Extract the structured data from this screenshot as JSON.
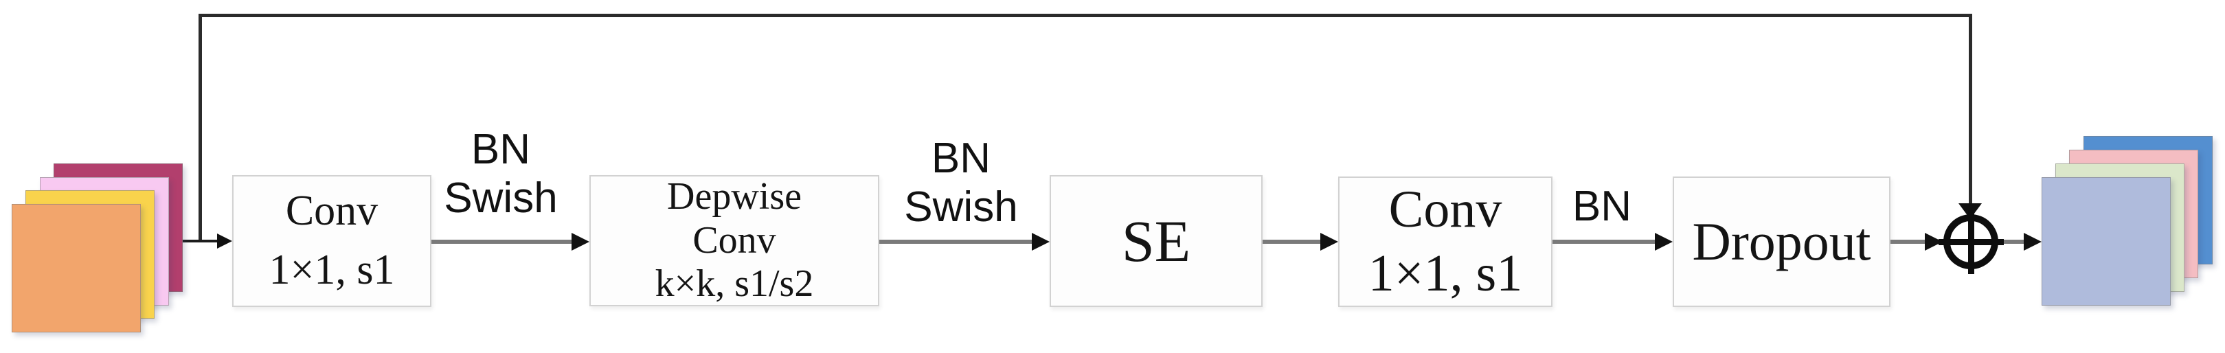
{
  "blocks": [
    {
      "lines": [
        "Conv",
        "1×1, s1"
      ]
    },
    {
      "lines": [
        "Depwise",
        "Conv",
        "k×k, s1/s2"
      ]
    },
    {
      "lines": [
        "SE"
      ]
    },
    {
      "lines": [
        "Conv",
        "1×1, s1"
      ]
    },
    {
      "lines": [
        "Dropout"
      ]
    }
  ],
  "labels": [
    {
      "lines": [
        "BN",
        "Swish"
      ]
    },
    {
      "lines": [
        "BN",
        "Swish"
      ]
    },
    {
      "lines": [
        "BN"
      ]
    }
  ],
  "icons": {
    "add": "circled-plus"
  },
  "input_stack": {
    "layers": [
      {
        "color": "#b23f6d"
      },
      {
        "color": "#f8c9f1"
      },
      {
        "color": "#f9d34c"
      },
      {
        "color": "#f2a56c"
      }
    ]
  },
  "output_stack": {
    "layers": [
      {
        "color": "#548fd0"
      },
      {
        "color": "#f4bdc2"
      },
      {
        "color": "#dbe7ca"
      },
      {
        "color": "#afbbdc"
      }
    ]
  },
  "colors": {
    "connector_gray": "#7a7a7a",
    "skip_line": "#2b2b2b",
    "arrowhead": "#111111",
    "box_border": "#d2d2d2",
    "box_fill": "#fdfdfd",
    "text": "#141414"
  }
}
